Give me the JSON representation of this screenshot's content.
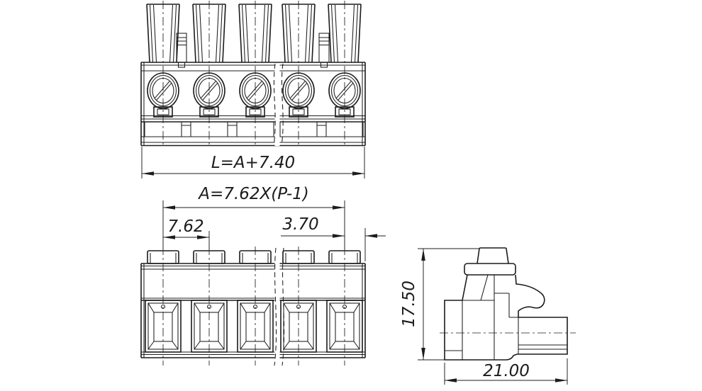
{
  "colors": {
    "background": "#ffffff",
    "line": "#1c1c1c"
  },
  "dimensions": {
    "overall_length": "L=A+7.40",
    "pole_span": "A=7.62X(P-1)",
    "pitch": "7.62",
    "end_offset": "3.70",
    "height": "17.50",
    "depth": "21.00"
  }
}
